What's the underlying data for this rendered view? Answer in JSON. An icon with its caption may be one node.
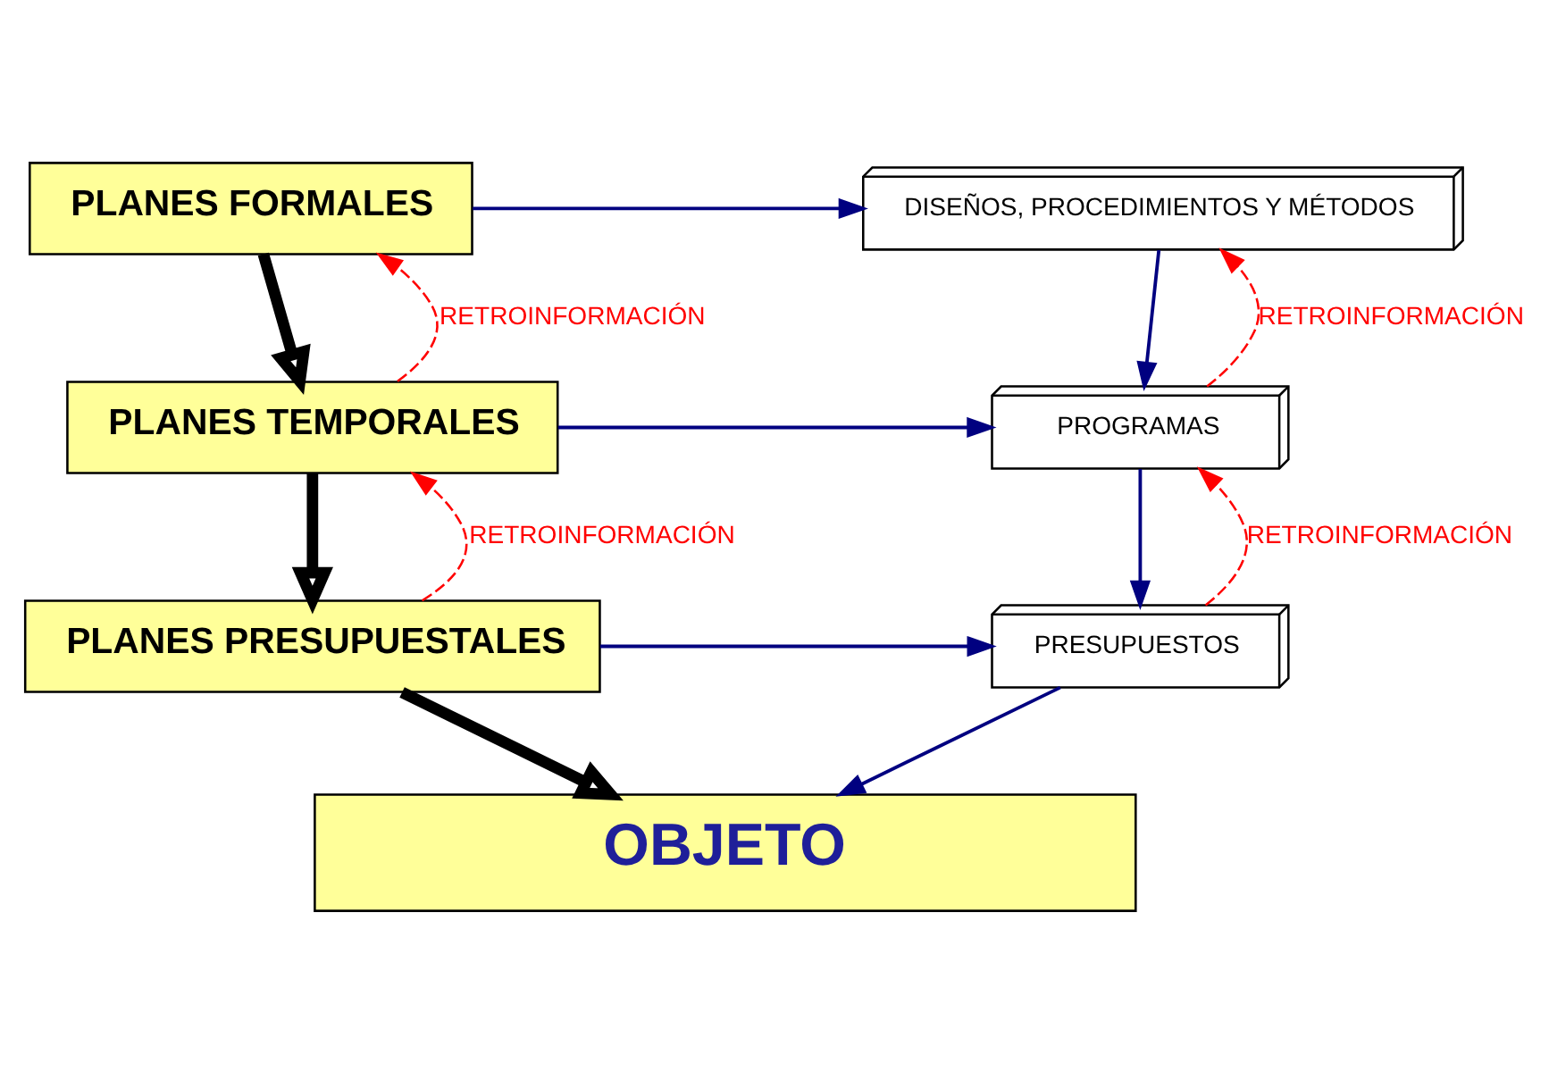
{
  "diagram": {
    "nodes": [
      {
        "text": [
          "PLANES FORMALES"
        ]
      },
      {
        "text": [
          "PLANES TEMPORALES"
        ]
      },
      {
        "text": [
          "PLANES PRESUPUESTALES"
        ]
      },
      {
        "text": [
          "DISEÑOS, PROCEDIMIENTOS Y MÉTODOS"
        ]
      },
      {
        "text": [
          "PROGRAMAS"
        ]
      },
      {
        "text": [
          "PRESUPUESTOS"
        ]
      },
      {
        "text": [
          "OBJETO"
        ]
      }
    ],
    "edges": [
      {
        "from": 0,
        "to": 3,
        "arrow": "to"
      },
      {
        "from": 1,
        "to": 4,
        "arrow": "to"
      },
      {
        "from": 2,
        "to": 5,
        "arrow": "to"
      },
      {
        "from": 3,
        "to": 4,
        "arrow": "to"
      },
      {
        "from": 4,
        "to": 5,
        "arrow": "to"
      },
      {
        "from": 5,
        "to": 6,
        "arrow": "to"
      },
      {
        "from": 0,
        "to": 1,
        "arrow": "to",
        "style": "thick",
        "color": "#000000"
      },
      {
        "from": 1,
        "to": 2,
        "arrow": "to",
        "style": "thick",
        "color": "#000000"
      },
      {
        "from": 2,
        "to": 6,
        "arrow": "to",
        "style": "thick",
        "color": "#000000"
      },
      {
        "from": 1,
        "to": 0,
        "arrow": "to",
        "style": "dashed",
        "color": "#ff0000",
        "label": "RETROINFORMACIÓN"
      },
      {
        "from": 2,
        "to": 1,
        "arrow": "to",
        "style": "dashed",
        "color": "#ff0000",
        "label": "RETROINFORMACIÓN"
      },
      {
        "from": 4,
        "to": 3,
        "arrow": "to",
        "style": "dashed",
        "color": "#ff0000",
        "label": "RETROINFORMACIÓN"
      },
      {
        "from": 5,
        "to": 4,
        "arrow": "to",
        "style": "dashed",
        "color": "#ff0000",
        "label": "RETROINFORMACIÓN"
      }
    ]
  }
}
